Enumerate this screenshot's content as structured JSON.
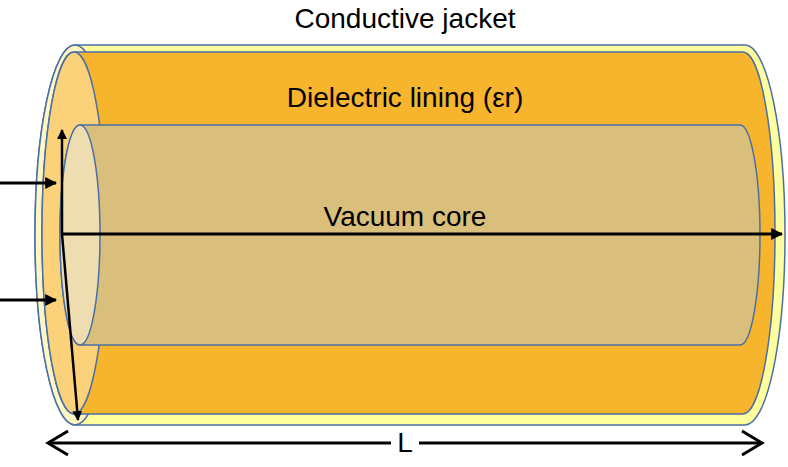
{
  "diagram": {
    "nodes": [
      {
        "text": [
          "Conductive jacket"
        ]
      },
      {
        "text": [
          "Dielectric lining (εr)"
        ],
        "in": 0
      },
      {
        "text": [
          "Vacuum core"
        ],
        "in": 1
      }
    ],
    "labels": [
      "L"
    ]
  }
}
